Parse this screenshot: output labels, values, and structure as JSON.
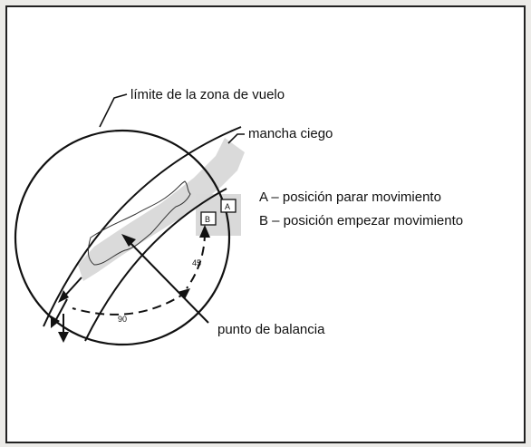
{
  "labels": {
    "flight_zone_limit": "límite de la zona de vuelo",
    "blind_spot": "mancha ciego",
    "position_a": "A – posición parar movimiento",
    "position_b": "B – posición empezar movimiento",
    "balance_point": "punto de balancia"
  },
  "markers": {
    "a": "A",
    "b": "B"
  },
  "angles": {
    "arc_small": "45",
    "arc_large": "90"
  }
}
